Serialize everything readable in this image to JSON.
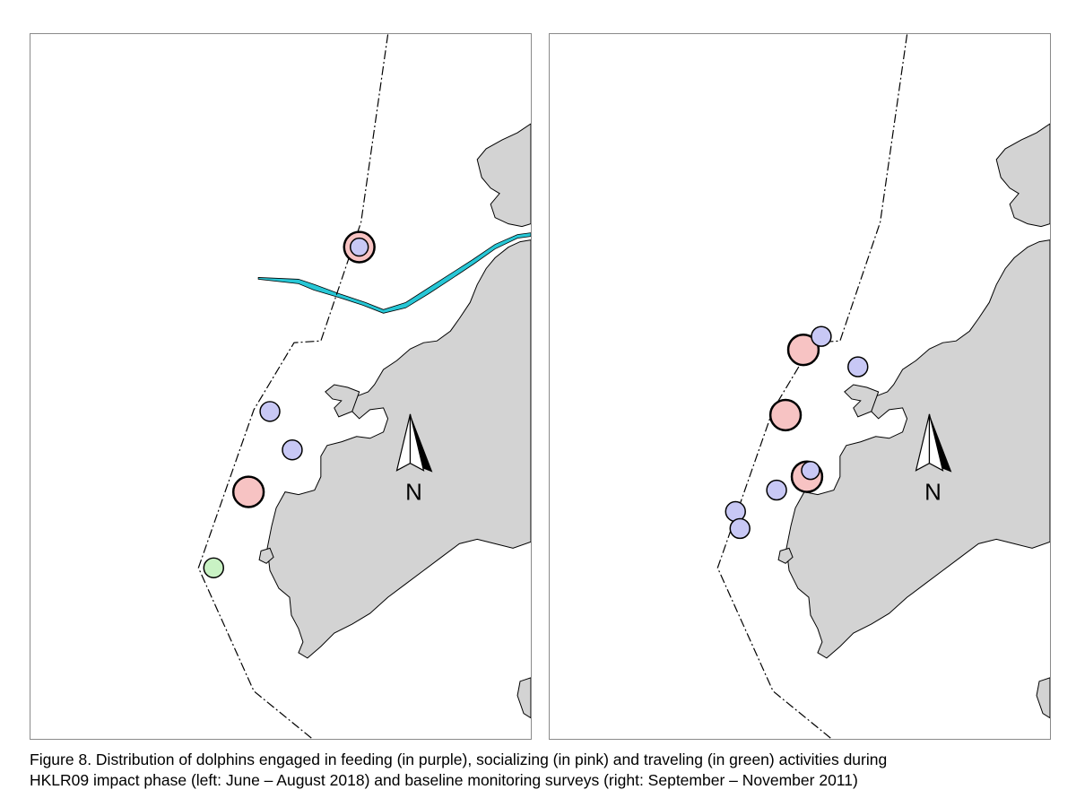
{
  "caption": {
    "line1": "Figure 8.  Distribution of dolphins engaged in feeding (in purple), socializing (in pink) and traveling (in green) activities during",
    "line2": "HKLR09 impact phase (left: June – August 2018) and baseline monitoring surveys (right: September – November 2011)"
  },
  "north_arrow_label": "N",
  "colors": {
    "land": "#d3d3d3",
    "feeding": "#c8c8f5",
    "socializing": "#f7c3c3",
    "traveling": "#c9f2c4",
    "bridge": "#27c7d6",
    "boundary": "#000000"
  },
  "legend_categories": {
    "feeding": "purple",
    "socializing": "pink",
    "traveling": "green"
  },
  "maps": {
    "left": {
      "period": "HKLR09 impact phase (June – August 2018)",
      "sightings": [
        {
          "activity": "socializing",
          "group": "large"
        },
        {
          "activity": "feeding",
          "group": "small"
        },
        {
          "activity": "feeding",
          "group": "small"
        },
        {
          "activity": "feeding",
          "group": "small"
        },
        {
          "activity": "socializing",
          "group": "large"
        },
        {
          "activity": "traveling",
          "group": "small"
        }
      ]
    },
    "right": {
      "period": "baseline monitoring surveys (September – November 2011)",
      "sightings": [
        {
          "activity": "socializing",
          "group": "large"
        },
        {
          "activity": "feeding",
          "group": "small"
        },
        {
          "activity": "feeding",
          "group": "small"
        },
        {
          "activity": "socializing",
          "group": "large"
        },
        {
          "activity": "socializing",
          "group": "large"
        },
        {
          "activity": "feeding",
          "group": "small"
        },
        {
          "activity": "feeding",
          "group": "small"
        },
        {
          "activity": "feeding",
          "group": "small"
        },
        {
          "activity": "feeding",
          "group": "small"
        }
      ]
    }
  }
}
